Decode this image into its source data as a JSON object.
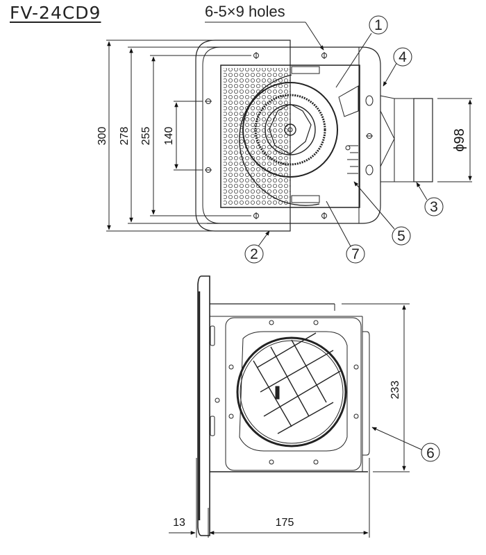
{
  "title": "FV-24CD9",
  "top_view": {
    "holes_label": "6-5×9 holes",
    "dimensions": {
      "outer_height": "300",
      "frame_height": "278",
      "body_height": "255",
      "hole_spacing": "140",
      "duct_diameter": "ϕ98"
    },
    "callouts": [
      "1",
      "2",
      "3",
      "4",
      "5",
      "7"
    ]
  },
  "side_view": {
    "dimensions": {
      "height": "233",
      "flange_depth": "13",
      "body_depth": "175"
    },
    "callouts": [
      "6"
    ]
  }
}
